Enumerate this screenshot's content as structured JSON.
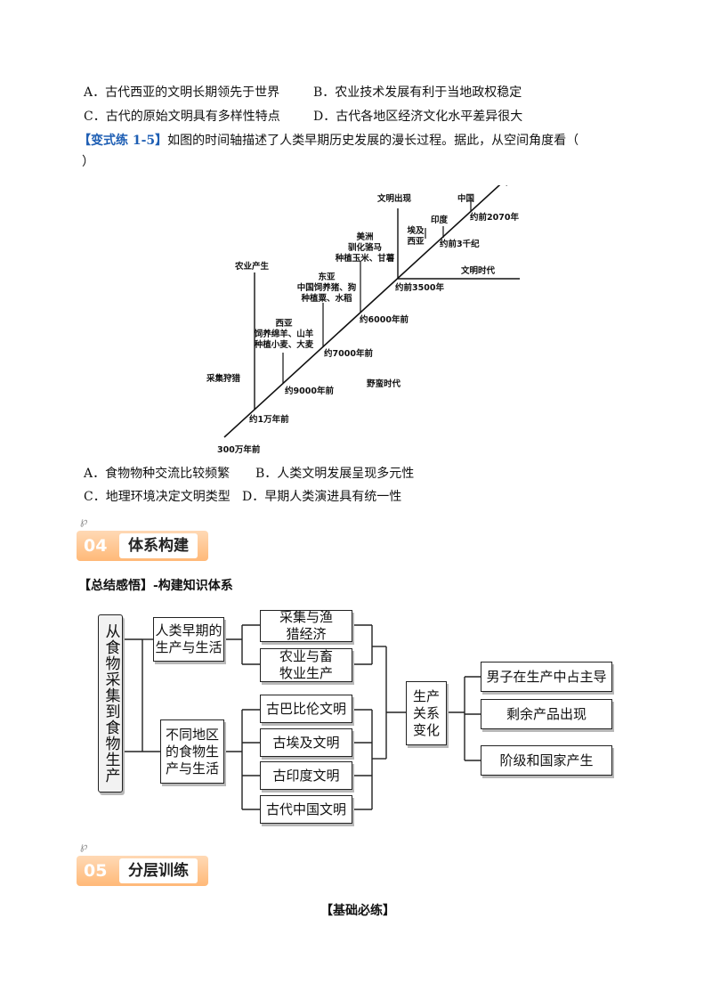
{
  "question_top": {
    "options": [
      {
        "label": "A",
        "text": "古代西亚的文明长期领先于世界"
      },
      {
        "label": "B",
        "text": "农业技术发展有利于当地政权稳定"
      },
      {
        "label": "C",
        "text": "古代的原始文明具有多样性特点"
      },
      {
        "label": "D",
        "text": "古代各地区经济文化水平差异很大"
      }
    ]
  },
  "question_15": {
    "tag": "【变式练 1-5】",
    "stem": "如图的时间轴描述了人类早期历史发展的漫长过程。据此，从空间角度看（",
    "stem_tail": "）",
    "options": [
      {
        "label": "A",
        "text": "食物物种交流比较频繁"
      },
      {
        "label": "B",
        "text": "人类文明发展呈现多元性"
      },
      {
        "label": "C",
        "text": "地理环境决定文明类型"
      },
      {
        "label": "D",
        "text": "早期人类演进具有统一性"
      }
    ]
  },
  "timeline": {
    "axis_labels": [
      "采集狩猎",
      "农业产生",
      "文明出现",
      "野蛮时代",
      "文明时代"
    ],
    "time_points": [
      "300万年前",
      "约1万年前",
      "约9000年前",
      "约7000年前",
      "约6000年前",
      "约前3500年",
      "约前3千纪",
      "约前2070年"
    ],
    "events": {
      "west_asia": [
        "西亚",
        "饲养绵羊、山羊",
        "种植小麦、大麦"
      ],
      "east_asia": [
        "东亚",
        "中国饲养猪、狗",
        "种植粟、水稻"
      ],
      "americas": [
        "美洲",
        "驯化骆马",
        "种植玉米、甘薯"
      ],
      "egypt": [
        "埃及",
        "西亚"
      ],
      "india": "印度",
      "china": "中国"
    }
  },
  "section04": {
    "num": "04",
    "title": "体系构建"
  },
  "summary": {
    "tag": "【总结感悟】",
    "text": "-构建知识体系"
  },
  "mindmap": {
    "root": "从食物采集到食物生产",
    "branch1": [
      "人类早期的",
      "生产与生活"
    ],
    "branch1_children": [
      [
        "采集与渔",
        "猎经济"
      ],
      [
        "农业与畜",
        "牧业生产"
      ]
    ],
    "branch2": [
      "不同地区",
      "的食物生",
      "产与生活"
    ],
    "branch2_children": [
      "古巴比伦文明",
      "古埃及文明",
      "古印度文明",
      "古代中国文明"
    ],
    "change": [
      "生产",
      "关系",
      "变化"
    ],
    "results": [
      "男子在生产中占主导",
      "剩余产品出现",
      "阶级和国家产生"
    ]
  },
  "section05": {
    "num": "05",
    "title": "分层训练"
  },
  "basic_heading": "【基础必练】"
}
